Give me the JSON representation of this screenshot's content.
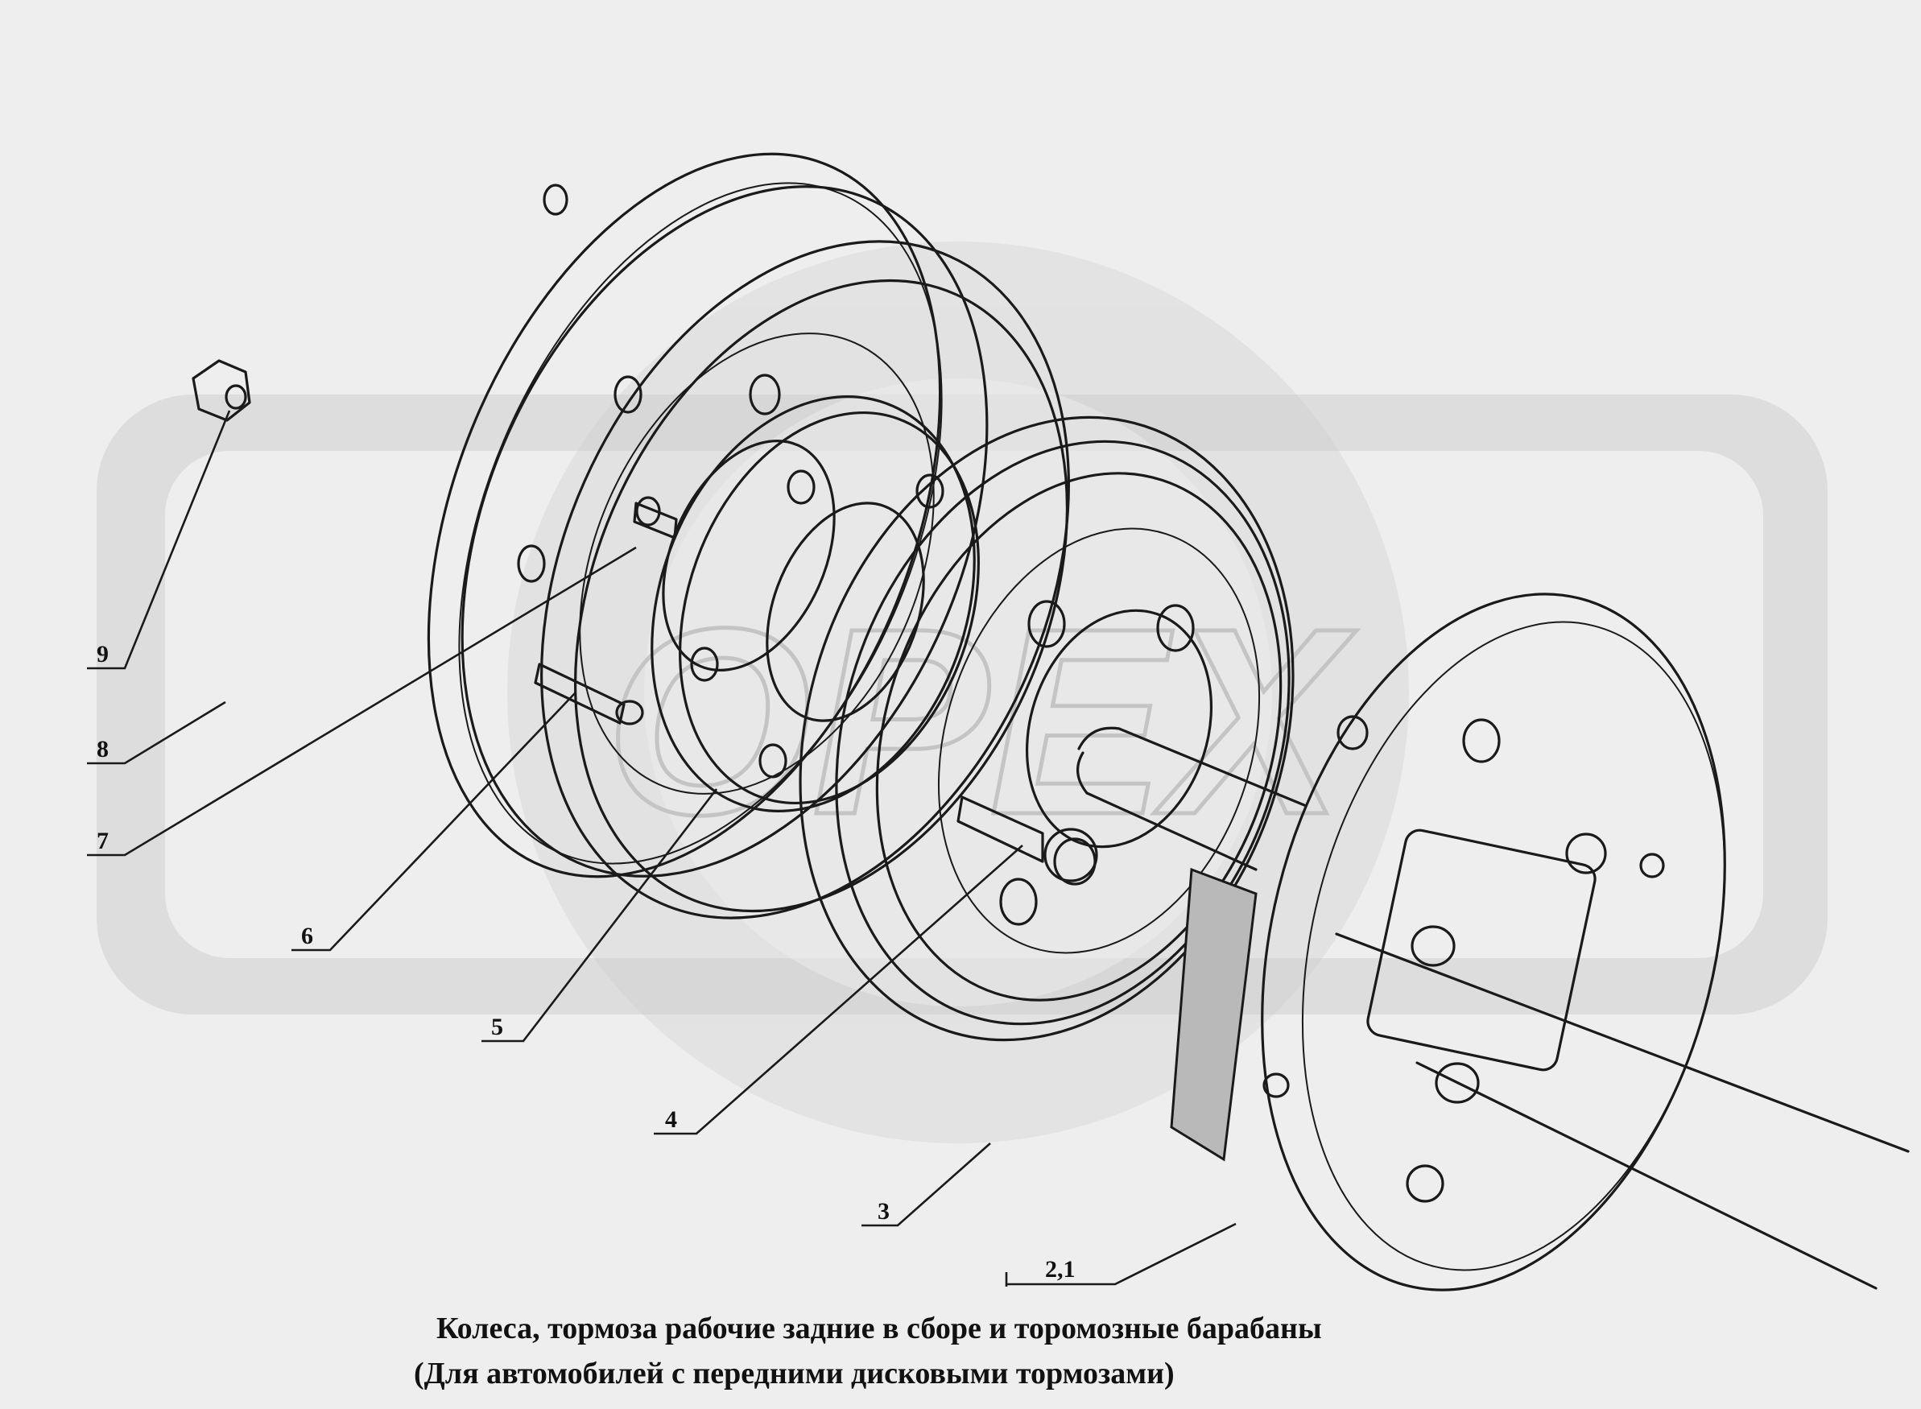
{
  "diagram": {
    "callouts": [
      {
        "id": "9",
        "label": "9"
      },
      {
        "id": "8",
        "label": "8"
      },
      {
        "id": "7",
        "label": "7"
      },
      {
        "id": "6",
        "label": "6"
      },
      {
        "id": "5",
        "label": "5"
      },
      {
        "id": "4",
        "label": "4"
      },
      {
        "id": "3",
        "label": "3"
      },
      {
        "id": "2-1",
        "label": "2,1"
      }
    ],
    "watermark": "OPEX"
  },
  "caption": {
    "line1": "Колеса, тормоза рабочие задние в сборе и торомозные барабаны",
    "line2": "(Для автомобилей с передними дисковыми тормозами)"
  }
}
